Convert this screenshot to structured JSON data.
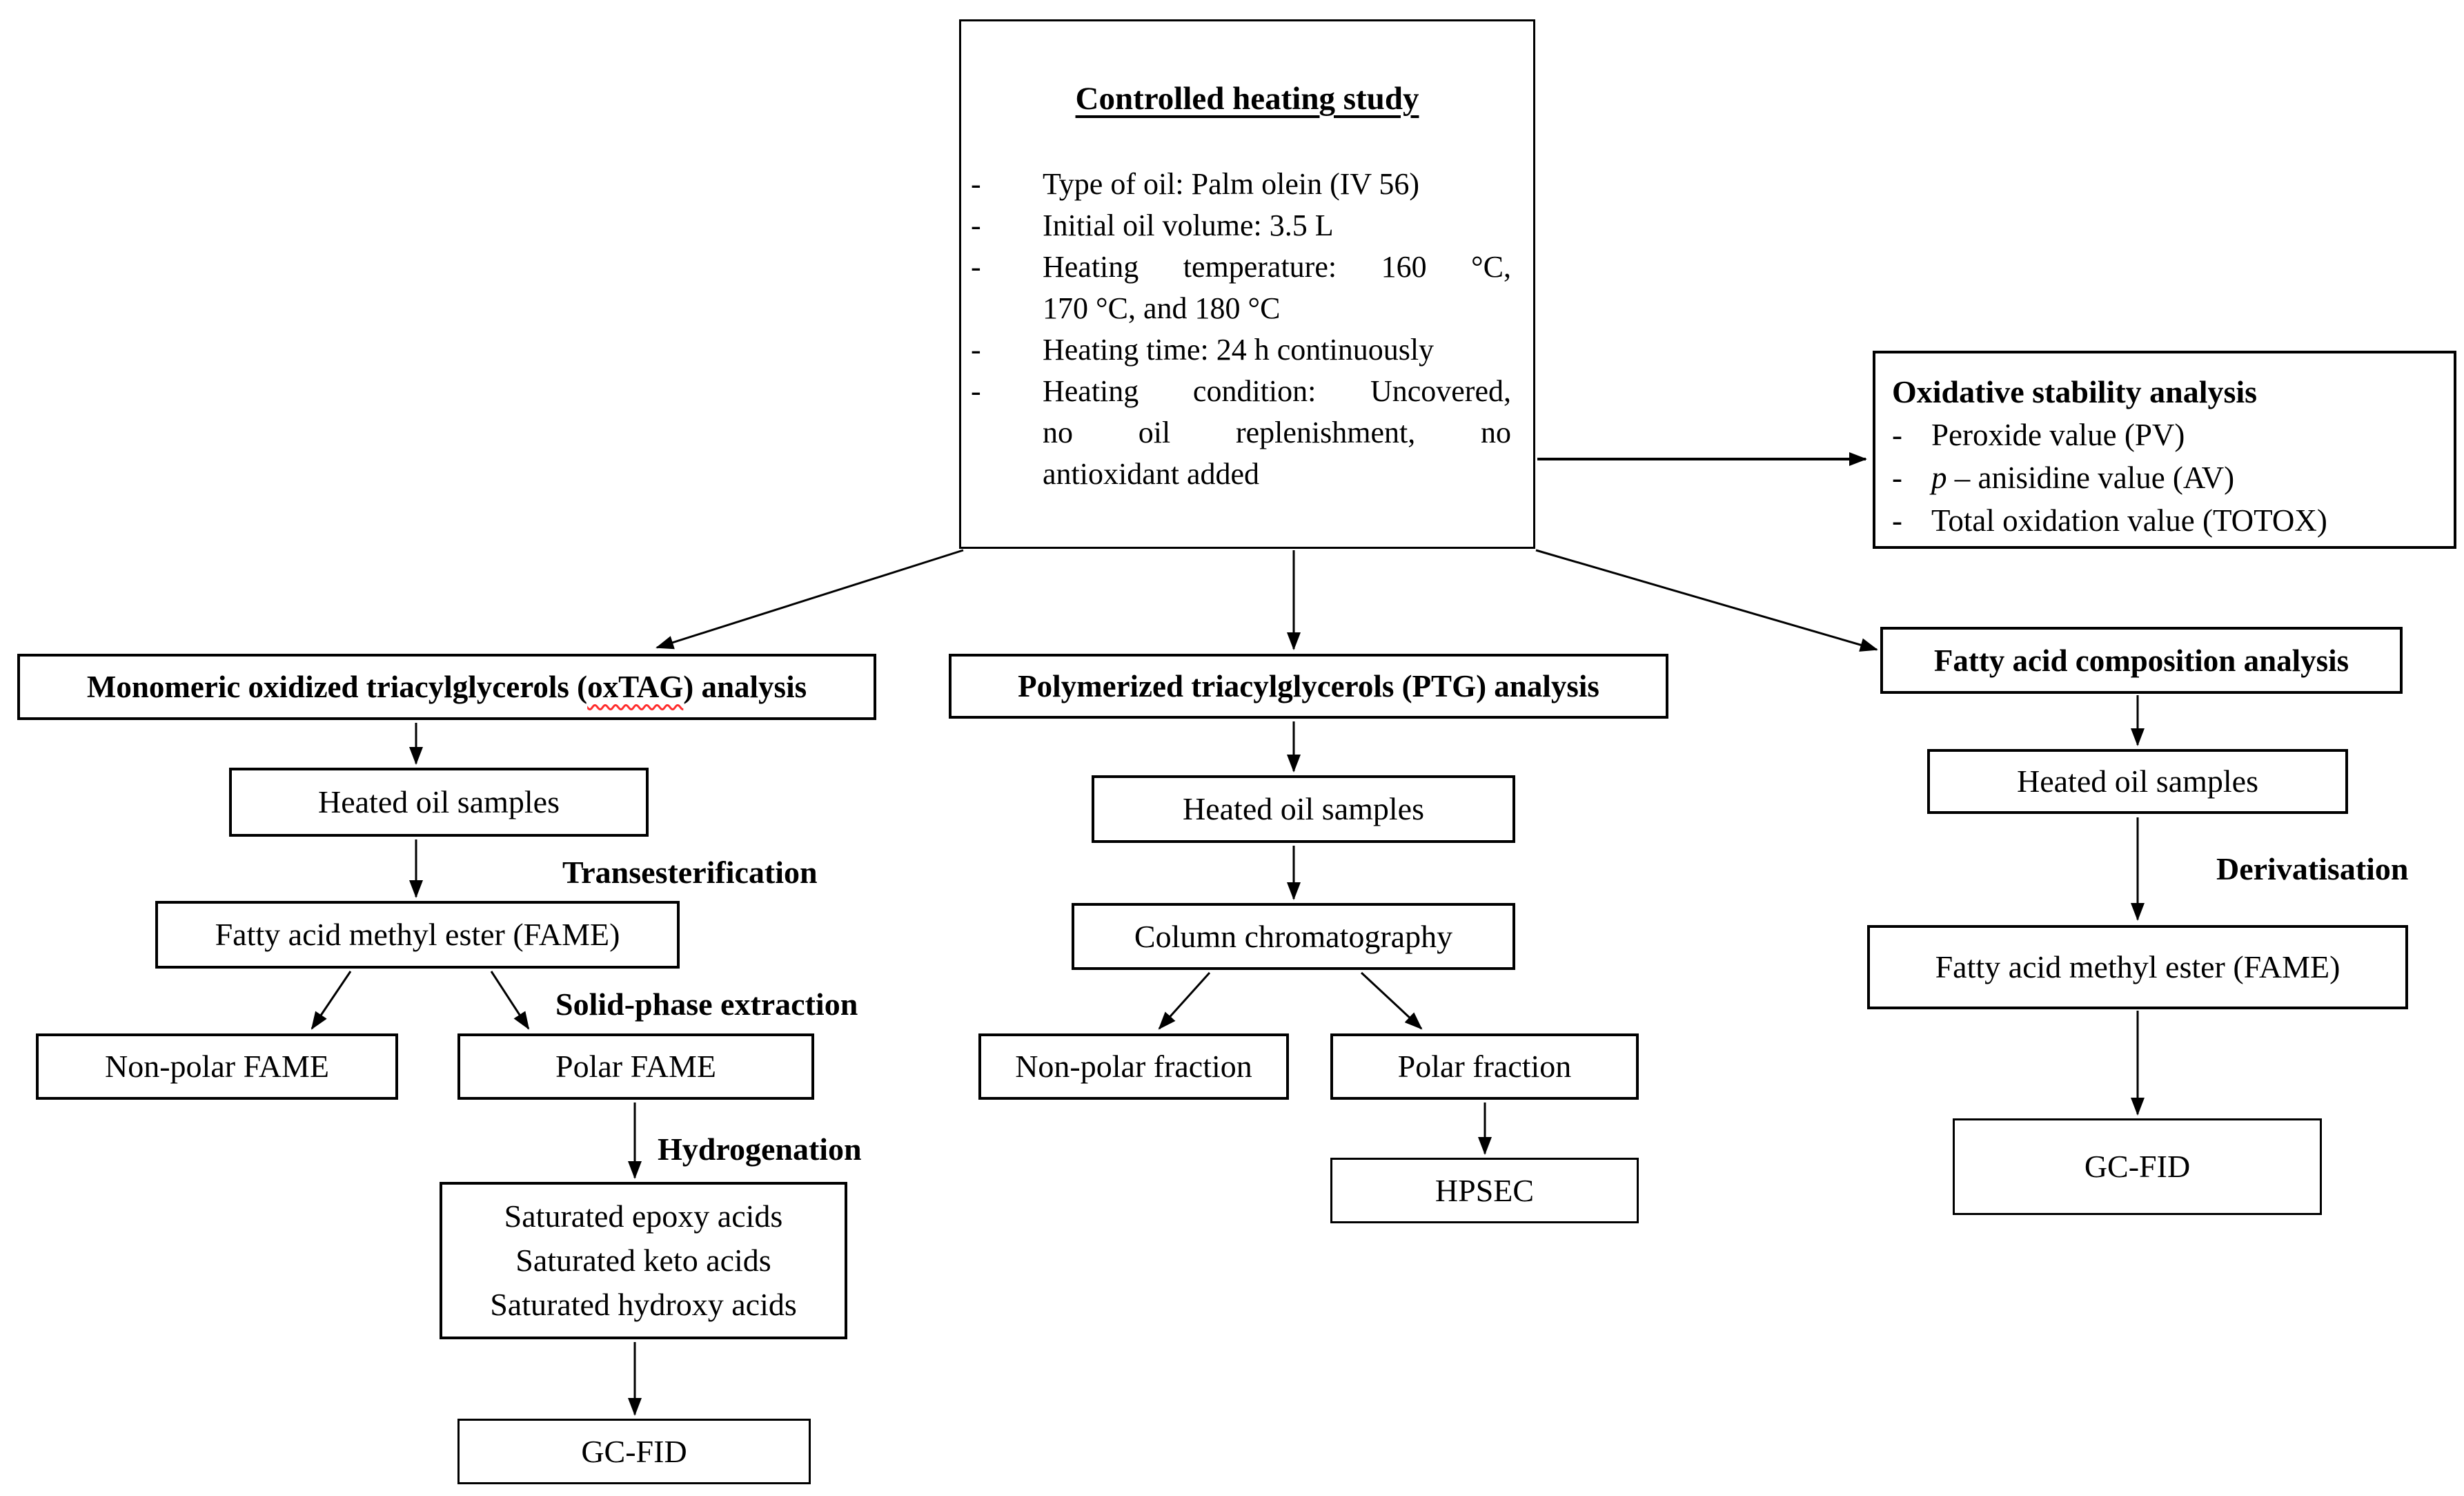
{
  "top_box": {
    "title": "Controlled heating study",
    "dash": "-",
    "bullets": [
      {
        "lines": [
          "Type of oil: Palm olein (IV 56)"
        ]
      },
      {
        "lines": [
          "Initial oil volume: 3.5 L"
        ]
      },
      {
        "lines": [
          "Heating temperature: 160 °C,",
          "170 °C, and 180 °C"
        ]
      },
      {
        "lines": [
          "Heating time: 24 h continuously"
        ]
      },
      {
        "lines": [
          "Heating condition: Uncovered,",
          "no oil replenishment, no",
          "antioxidant added"
        ]
      }
    ]
  },
  "oxidative_box": {
    "title": "Oxidative stability analysis",
    "dash": "-",
    "items": [
      {
        "it": "",
        "text": "Peroxide value (PV)"
      },
      {
        "it": "p",
        "text": " – anisidine value (AV)"
      },
      {
        "it": "",
        "text": "Total oxidation value (TOTOX)"
      }
    ]
  },
  "branch_oxtag": {
    "header": {
      "part1": "Monomeric oxidized triacylglycerols (",
      "part2": "oxTAG",
      "part3": ") analysis"
    },
    "heated_box": "Heated oil samples",
    "label_transesterification": "Transesterification",
    "fame_box": "Fatty acid methyl ester (FAME)",
    "label_solid_phase": "Solid-phase extraction",
    "nonpolar_box": "Non-polar FAME",
    "polar_box": "Polar FAME",
    "label_hydrogenation": "Hydrogenation",
    "saturated_box": {
      "lines": [
        "Saturated epoxy acids",
        "Saturated keto acids",
        "Saturated hydroxy acids"
      ]
    },
    "gcfid_box": "GC-FID"
  },
  "branch_ptg": {
    "header": "Polymerized triacylglycerols (PTG) analysis",
    "heated_box": "Heated oil samples",
    "column_box": "Column chromatography",
    "nonpolar_box": "Non-polar fraction",
    "polar_box": "Polar fraction",
    "hpsec_box": "HPSEC"
  },
  "branch_fac": {
    "header": "Fatty acid composition analysis",
    "heated_box": "Heated oil samples",
    "label_derivatisation": "Derivatisation",
    "fame_box": "Fatty acid methyl ester (FAME)",
    "gcfid_box": "GC-FID"
  },
  "colors": {
    "border": "#000000",
    "background": "#ffffff",
    "text": "#000000",
    "spellcheck_squiggle": "#ff2d2d"
  }
}
